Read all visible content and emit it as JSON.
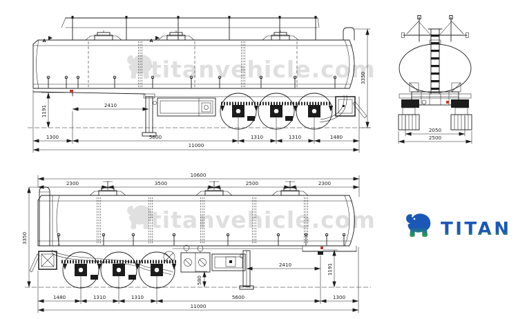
{
  "page": {
    "background": "#ffffff",
    "line_color": "#1c1c1c",
    "accent_red": "#c0392b"
  },
  "watermark": {
    "text": "titanvehicle.com",
    "color": "#d8d8d8"
  },
  "logo": {
    "text": "TITAN",
    "blue": "#1b57b7",
    "green": "#2fa14c"
  },
  "views": {
    "side_top": {
      "section_labels": {
        "a1": "A",
        "a2": "A"
      },
      "dims": {
        "height_frame_to_ground": "1191",
        "kingpin_to_landing_leg": "2410",
        "front_overhang": "1300",
        "kingpin_to_first_axle": "5600",
        "axle_spacing_1": "1310",
        "axle_spacing_2": "1310",
        "rear_overhang": "1480",
        "overall_length": "11000",
        "overall_height": "3350"
      }
    },
    "rear": {
      "dims": {
        "track_width": "2050",
        "overall_width": "2500"
      }
    },
    "side_bottom": {
      "dims": {
        "tank_length": "10600",
        "compartment_1": "2300",
        "compartment_2": "3500",
        "compartment_3": "2500",
        "compartment_4": "2300",
        "overall_height": "3350",
        "rear_overhang": "1480",
        "axle_spacing_1": "1310",
        "axle_spacing_2": "1310",
        "kingpin_to_first_axle": "5600",
        "overall_length": "11000",
        "front_overhang": "1300",
        "kingpin_to_landing_leg": "2410",
        "height_frame_to_ground": "1191",
        "box_height": "580"
      }
    }
  }
}
